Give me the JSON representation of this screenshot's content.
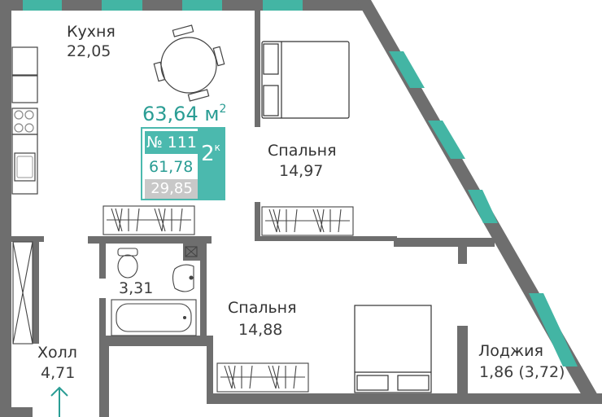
{
  "colors": {
    "wall": "#6e6e6e",
    "window": "#43b5a4",
    "accent": "#2a9d94",
    "card_fill": "#4bb9ae",
    "kitchen_badge": "#c8c8c8",
    "text": "#333333",
    "furniture_line": "#555555"
  },
  "apartment": {
    "total_area": "63,64",
    "total_area_unit": "м",
    "total_area_sup": "2",
    "number": "№ 111",
    "rooms": "2",
    "rooms_sup": "к",
    "living_area": "61,78",
    "kitchen_living_area": "29,85"
  },
  "rooms": [
    {
      "id": "kitchen",
      "name": "Кухня",
      "area": "22,05"
    },
    {
      "id": "bedroom-1",
      "name": "Спальня",
      "area": "14,97"
    },
    {
      "id": "bathroom",
      "name": "",
      "area": "3,31"
    },
    {
      "id": "bedroom-2",
      "name": "Спальня",
      "area": "14,88"
    },
    {
      "id": "hall",
      "name": "Холл",
      "area": "4,71"
    },
    {
      "id": "loggia",
      "name": "Лоджия",
      "area": "1,86 (3,72)"
    }
  ],
  "icons": {
    "entrance": "entrance-arrow-icon"
  }
}
